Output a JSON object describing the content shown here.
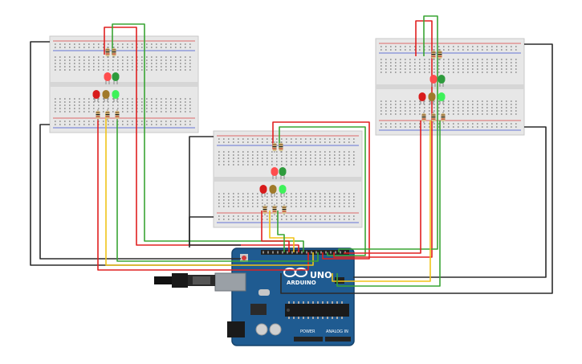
{
  "canvas": {
    "background": "#ffffff"
  },
  "colors": {
    "breadboard": "#e7e7e7",
    "breadboard_edge": "#c9c9c9",
    "hole": "#8e8e8e",
    "rail_red": "#d94040",
    "rail_blue": "#3a4fd0",
    "wire_black": "#2b2b2b",
    "wire_red": "#e02020",
    "wire_green": "#3aa535",
    "wire_yellow": "#f0c419",
    "led_red": "#d81b1b",
    "led_red_bright": "#ff4d4d",
    "led_green": "#2e9b3c",
    "led_green_bright": "#3ef25a",
    "led_yellow": "#a07a2a",
    "resistor_body": "#d8c28a",
    "arduino_blue": "#1f5b91",
    "arduino_dark": "#16436b",
    "chip_black": "#1a1a1a",
    "header_black": "#222222"
  },
  "icons": {
    "usb_cable": "usb-cable-icon",
    "arduino_logo": "arduino-infinity-logo-icon"
  },
  "arduino": {
    "brand": "ARDUINO",
    "model": "UNO",
    "power_label": "POWER",
    "analog_label": "ANALOG IN"
  },
  "traffic_lights": [
    {
      "name": "breadboard-left",
      "car_lights": [
        "red",
        "yellow",
        "green"
      ],
      "ped_lights": [
        "red",
        "green"
      ]
    },
    {
      "name": "breadboard-middle",
      "car_lights": [
        "red",
        "yellow",
        "green"
      ],
      "ped_lights": [
        "red",
        "green"
      ]
    },
    {
      "name": "breadboard-right",
      "car_lights": [
        "red",
        "yellow",
        "green"
      ],
      "ped_lights": [
        "red",
        "green"
      ]
    }
  ]
}
